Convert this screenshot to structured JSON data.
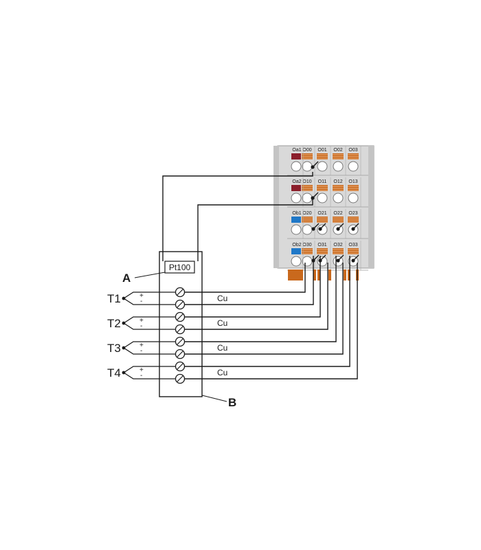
{
  "callouts": {
    "a": "A",
    "b": "B"
  },
  "sensor": {
    "label": "Pt100"
  },
  "thermocouples": [
    {
      "label": "T1",
      "plus": "+",
      "minus": "-"
    },
    {
      "label": "T2",
      "plus": "+",
      "minus": "-"
    },
    {
      "label": "T3",
      "plus": "+",
      "minus": "-"
    },
    {
      "label": "T4",
      "plus": "+",
      "minus": "-"
    }
  ],
  "wires": {
    "material": "Cu"
  },
  "terminal_module": {
    "rows": [
      {
        "status": "Oa1",
        "status_color": "#8b1e2b",
        "terminals": [
          "O00",
          "O01",
          "O02",
          "O03"
        ]
      },
      {
        "status": "Oa2",
        "status_color": "#8b1e2b",
        "terminals": [
          "O10",
          "O11",
          "O12",
          "O13"
        ]
      },
      {
        "status": "Ob1",
        "status_color": "#1f78c8",
        "terminals": [
          "O20",
          "O21",
          "O22",
          "O23"
        ]
      },
      {
        "status": "Ob2",
        "status_color": "#1f78c8",
        "terminals": [
          "O30",
          "O31",
          "O32",
          "O33"
        ]
      }
    ]
  },
  "colors": {
    "line": "#1a1a1a",
    "module_body": "#d9d9d9",
    "module_dark": "#bdbdbd",
    "orange_contact": "#c9691d",
    "white": "#ffffff"
  }
}
